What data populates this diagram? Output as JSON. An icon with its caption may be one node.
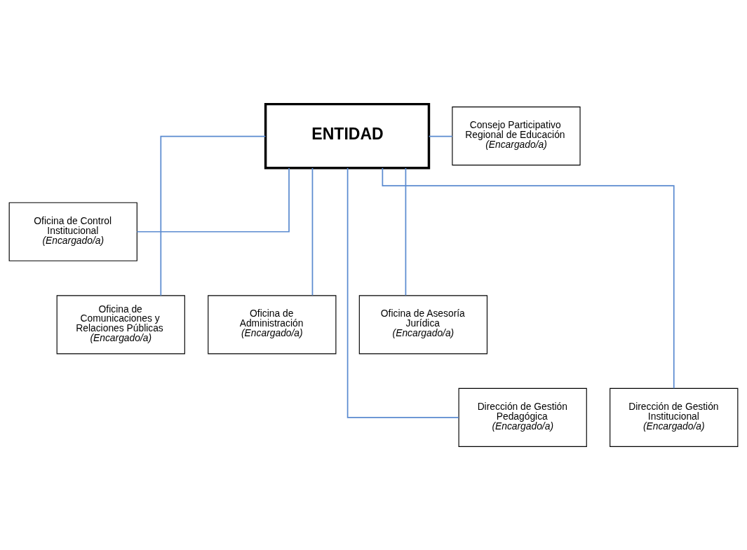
{
  "diagram": {
    "nodes": [
      {
        "text": [
          "ENTIDAD"
        ]
      },
      {
        "text": [
          "Consejo Participativo Regional de Educación",
          "(Encargado/a)"
        ]
      },
      {
        "text": [
          "Oficina de Control Institucional",
          "(Encargado/a)"
        ]
      },
      {
        "text": [
          "Oficina de Comunicaciones y Relaciones Públicas",
          "(Encargado/a)"
        ]
      },
      {
        "text": [
          "Oficina de Administración",
          "(Encargado/a)"
        ]
      },
      {
        "text": [
          "Oficina de Asesoría Jurídica",
          "(Encargado/a)"
        ]
      },
      {
        "text": [
          "Dirección de Gestión Pedagógica",
          "(Encargado/a)"
        ]
      },
      {
        "text": [
          "Dirección de Gestión Institucional",
          "(Encargado/a)"
        ]
      }
    ],
    "edges": [
      {
        "from": 0,
        "to": 1,
        "arrow": "none"
      },
      {
        "from": 0,
        "to": 2,
        "arrow": "none"
      },
      {
        "from": 0,
        "to": 3,
        "arrow": "none"
      },
      {
        "from": 0,
        "to": 4,
        "arrow": "none"
      },
      {
        "from": 0,
        "to": 5,
        "arrow": "none"
      },
      {
        "from": 0,
        "to": 6,
        "arrow": "none"
      },
      {
        "from": 0,
        "to": 7,
        "arrow": "none"
      }
    ]
  }
}
